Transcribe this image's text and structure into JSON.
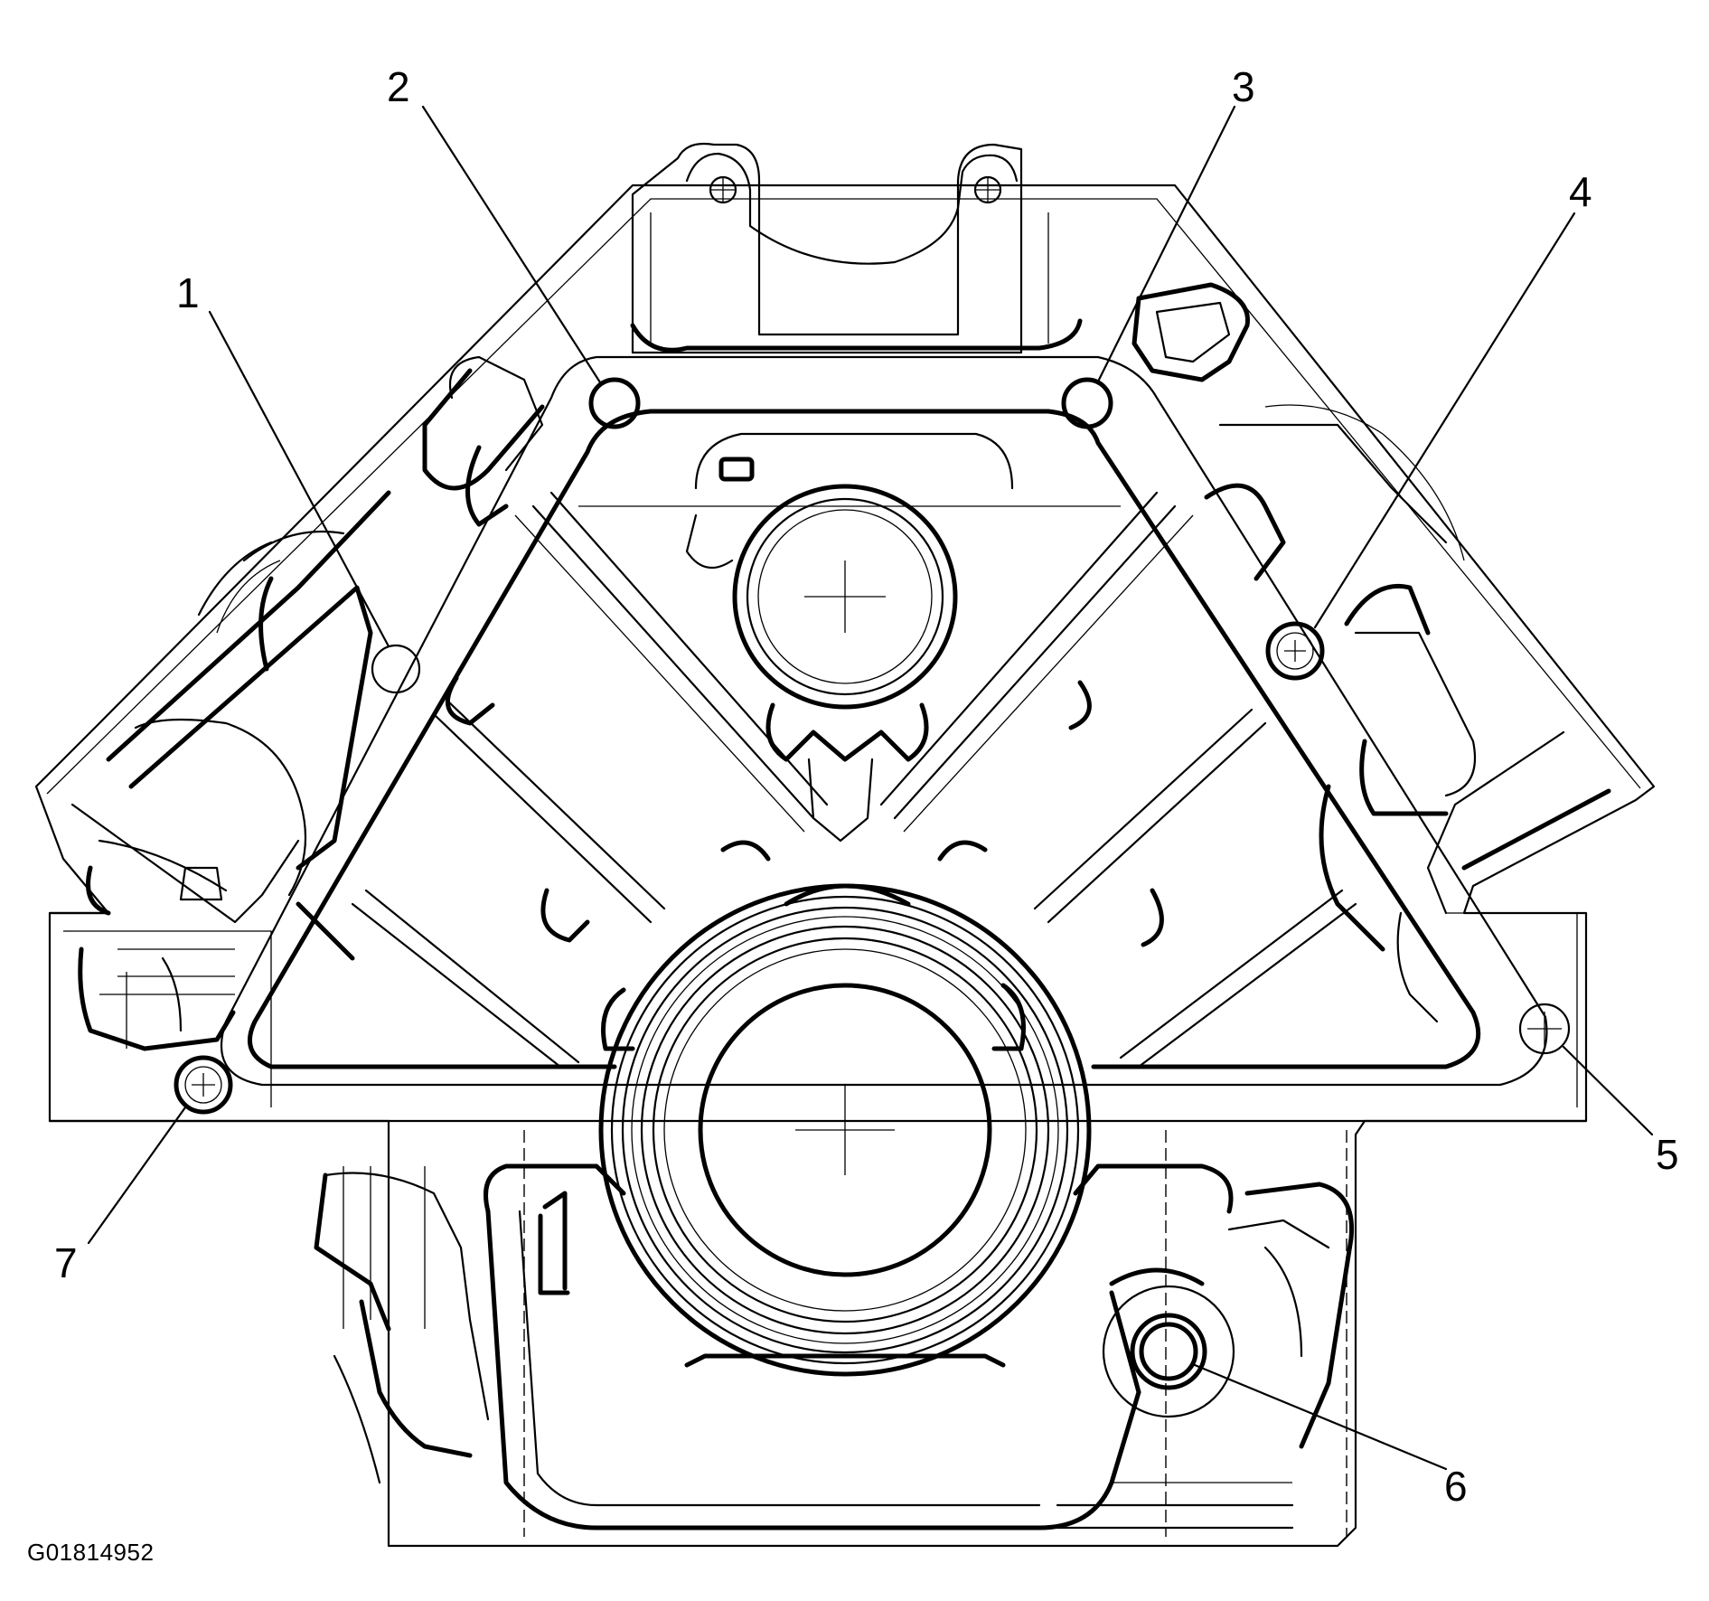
{
  "figure_code": "G01814952",
  "callouts": [
    {
      "label": "1"
    },
    {
      "label": "2"
    },
    {
      "label": "3"
    },
    {
      "label": "4"
    },
    {
      "label": "5"
    },
    {
      "label": "6"
    },
    {
      "label": "7"
    }
  ],
  "colors": {
    "line": "#000000",
    "background": "#ffffff"
  }
}
